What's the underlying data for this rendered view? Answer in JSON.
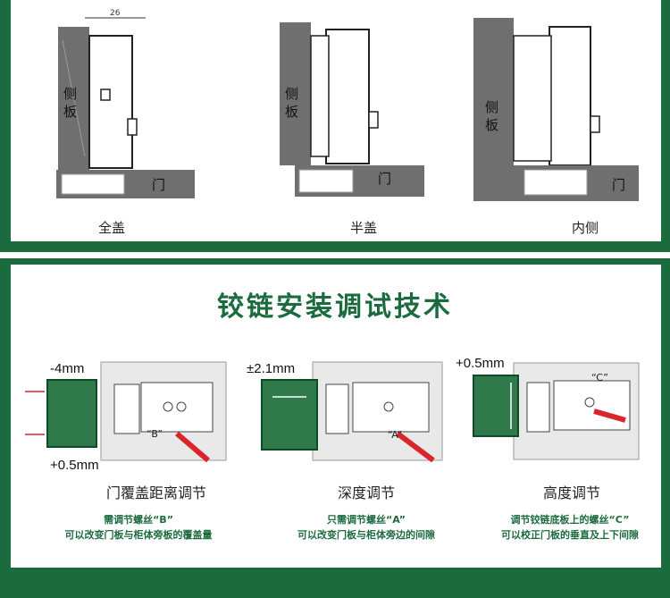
{
  "top": {
    "dimension_label": "26",
    "side_panel_label": "侧板",
    "door_label": "门",
    "captions": [
      "全盖",
      "半盖",
      "内侧"
    ]
  },
  "bottom": {
    "title": "铰链安装调试技术",
    "items": [
      {
        "values": [
          "-4mm",
          "+0.5mm"
        ],
        "screw_label": "“B”",
        "name": "门覆盖距离调节",
        "note_line1": "需调节螺丝“B”",
        "note_line2": "可以改变门板与柜体旁板的覆盖量"
      },
      {
        "values": [
          "±2.1mm"
        ],
        "screw_label": "“A”",
        "name": "深度调节",
        "note_line1": "只需调节螺丝“A”",
        "note_line2": "可以改变门板与柜体旁边的间隙"
      },
      {
        "values": [
          "+0.5mm"
        ],
        "screw_label": "“C”",
        "name": "高度调节",
        "note_line1": "调节铰链底板上的螺丝“C”",
        "note_line2": "可以校正门板的垂直及上下间隙"
      }
    ]
  },
  "colors": {
    "frame_green": "#1b6b3e",
    "panel_gray": "#6f6f6f",
    "door_green": "#2f7a4a",
    "screwdriver_red": "#d8262b",
    "arrow_red": "#d8262b"
  }
}
